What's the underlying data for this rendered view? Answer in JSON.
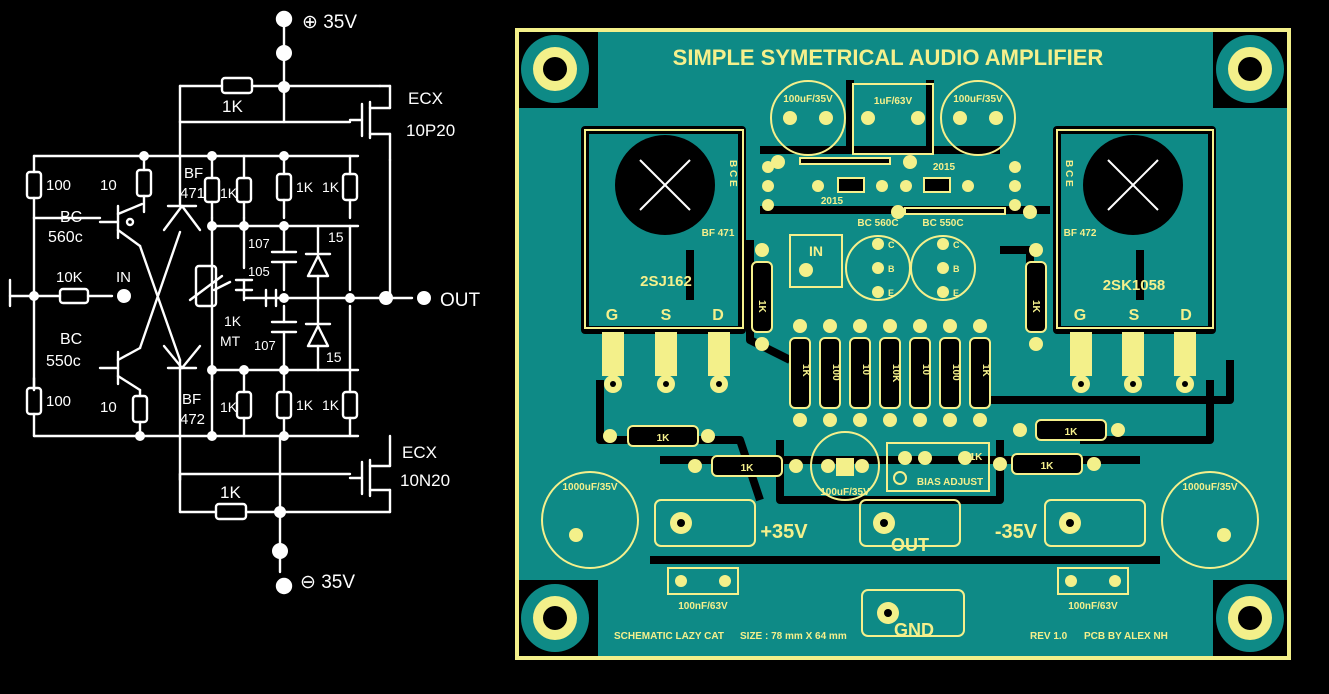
{
  "colors": {
    "background": "#000000",
    "board": "#f3f08a",
    "copper": "#0e8a86",
    "silkscreen": "#f5f08c",
    "ink": "#ffffff"
  },
  "schematic": {
    "supply_pos": "⊕ 35V",
    "supply_neg": "⊖ 35V",
    "r_top": "1K",
    "r_bottom": "1K",
    "mosfet_top_line1": "ECX",
    "mosfet_top_line2": "10P20",
    "mosfet_bottom_line1": "ECX",
    "mosfet_bottom_line2": "10N20",
    "r100_top": "100",
    "r10_top": "10",
    "q1_line1": "BC",
    "q1_line2": "560c",
    "bf471_line1": "BF",
    "bf471_line2": "471",
    "r1k_a": "1K",
    "r1k_b": "1K",
    "r1k_c": "1K",
    "r10k": "10K",
    "in": "IN",
    "c107_a": "107",
    "c105": "105",
    "c107_b": "107",
    "d1": "15",
    "d2": "15",
    "pot": "1K",
    "pot_sub": "MT",
    "out": "OUT",
    "q2_line1": "BC",
    "q2_line2": "550c",
    "r100_bottom": "100",
    "r10_bottom": "10",
    "bf472_line1": "BF",
    "bf472_line2": "472",
    "r1k_d": "1K",
    "r1k_e": "1K",
    "r1k_f": "1K"
  },
  "pcb": {
    "title": "SIMPLE SYMETRICAL AUDIO AMPLIFIER",
    "cap_left": "100uF/35V",
    "cap_mid": "1uF/63V",
    "cap_right": "100uF/35V",
    "diode_a": "2015",
    "diode_b": "2015",
    "bf471": "BF 471",
    "bf472": "BF 472",
    "bf_pins_left": "B C E",
    "bf_pins_right": "B C E",
    "in_label": "IN",
    "bc560": "BC 560C",
    "bc550": "BC 550C",
    "q_pins": [
      "C",
      "B",
      "E"
    ],
    "mos_left": "2SJ162",
    "mos_right": "2SK1058",
    "pin_g": "G",
    "pin_s": "S",
    "pin_d": "D",
    "res_vertical": [
      "1K",
      "100",
      "10",
      "10K",
      "10",
      "100",
      "1K"
    ],
    "res_side_left": "1K",
    "res_side_right": "1K",
    "res_h_left_upper": "1K",
    "res_h_left_lower": "1K",
    "res_h_right_upper": "1K",
    "res_h_right_lower": "1K",
    "cap_center": "100uF/35V",
    "bias": "BIAS ADJUST",
    "bias_r": "1K",
    "big_cap_left": "1000uF/35V",
    "big_cap_right": "1000uF/35V",
    "pos_supply": "+35V",
    "neg_supply": "-35V",
    "out": "OUT",
    "gnd": "GND",
    "small_cap_left": "100nF/63V",
    "small_cap_right": "100nF/63V",
    "credit": "SCHEMATIC LAZY CAT",
    "size": "SIZE : 78 mm X 64 mm",
    "rev": "REV 1.0",
    "pcb_by": "PCB BY ALEX NH"
  }
}
